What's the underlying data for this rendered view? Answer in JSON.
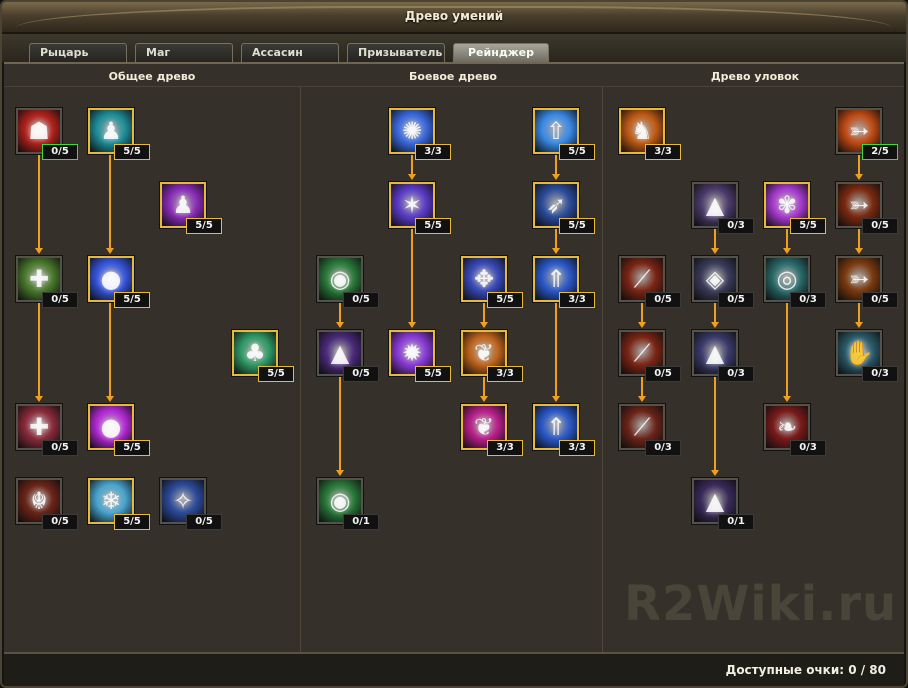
{
  "window": {
    "title": "Древо умений"
  },
  "tabs": [
    "Рыцарь",
    "Маг",
    "Ассасин",
    "Призыватель",
    "Рейнджер"
  ],
  "active_tab": "Рейнджер",
  "columns": [
    "Общее древо",
    "Боевое древо",
    "Древо уловок"
  ],
  "watermark": "R2Wiki.ru",
  "footer": {
    "points_label": "Доступные очки: 0 / 80"
  },
  "colors": {
    "accent": "#e6b93a",
    "green": "#45d83a",
    "link": "#f0a020"
  },
  "skills": [
    {
      "level": "0/5",
      "icon": "red-warrior-icon",
      "color": "#b2221c",
      "state": "green"
    },
    {
      "level": "5/5",
      "icon": "cyan-figure-icon",
      "color": "#1f8f9a",
      "state": "max"
    },
    {
      "level": "5/5",
      "icon": "purple-figure-icon",
      "color": "#8a2bb8",
      "state": "max"
    },
    {
      "level": "0/5",
      "icon": "green-cross-icon",
      "color": "#4a7a2c",
      "state": "none"
    },
    {
      "level": "5/5",
      "icon": "blue-orb-icon",
      "color": "#3656e0",
      "state": "max"
    },
    {
      "level": "5/5",
      "icon": "dark-tree-icon",
      "color": "#2f9a66",
      "state": "max"
    },
    {
      "level": "0/5",
      "icon": "red-cross-icon",
      "color": "#8a2a3a",
      "state": "none"
    },
    {
      "level": "5/5",
      "icon": "pink-orb-icon",
      "color": "#b62ad8",
      "state": "max"
    },
    {
      "level": "0/5",
      "icon": "dark-red-rune-icon",
      "color": "#6a2418",
      "state": "none"
    },
    {
      "level": "5/5",
      "icon": "ice-crown-icon",
      "color": "#4aa6d0",
      "state": "max"
    },
    {
      "level": "0/5",
      "icon": "blue-sigil-icon",
      "color": "#2c4a9a",
      "state": "none"
    },
    {
      "level": "3/3",
      "icon": "light-orb-icon",
      "color": "#3a6ae0",
      "state": "max"
    },
    {
      "level": "5/5",
      "icon": "light-beam-icon",
      "color": "#3a8ae8",
      "state": "max"
    },
    {
      "level": "5/5",
      "icon": "violet-seal-icon",
      "color": "#5a3ac8",
      "state": "max"
    },
    {
      "level": "5/5",
      "icon": "bird-icon",
      "color": "#2a4a9a",
      "state": "max"
    },
    {
      "level": "0/5",
      "icon": "green-sphere-icon",
      "color": "#2a7a3a",
      "state": "none"
    },
    {
      "level": "5/5",
      "icon": "silver-tree-icon",
      "color": "#3848b8",
      "state": "max"
    },
    {
      "level": "3/3",
      "icon": "blue-arrow-icon",
      "color": "#2a58c8",
      "state": "max"
    },
    {
      "level": "0/5",
      "icon": "purple-wings-icon",
      "color": "#4a2a7a",
      "state": "none"
    },
    {
      "level": "5/5",
      "icon": "violet-burst-icon",
      "color": "#8a3ad8",
      "state": "max"
    },
    {
      "level": "3/3",
      "icon": "golden-tree-icon",
      "color": "#c0641c",
      "state": "max"
    },
    {
      "level": "3/3",
      "icon": "magenta-tree-icon",
      "color": "#b81e8a",
      "state": "max"
    },
    {
      "level": "3/3",
      "icon": "blue-arrow-icon",
      "color": "#2a58c8",
      "state": "max"
    },
    {
      "level": "0/1",
      "icon": "green-sphere-icon",
      "color": "#2a7a3a",
      "state": "none"
    },
    {
      "level": "3/3",
      "icon": "boot-icon",
      "color": "#c05a14",
      "state": "max"
    },
    {
      "level": "2/5",
      "icon": "fire-arrow-icon",
      "color": "#c04a14",
      "state": "green"
    },
    {
      "level": "0/3",
      "icon": "hooded-sigil-icon",
      "color": "#4a3a6a",
      "state": "none"
    },
    {
      "level": "5/5",
      "icon": "pink-wings-icon",
      "color": "#a83ad0",
      "state": "max"
    },
    {
      "level": "0/5",
      "icon": "fire-arrow-icon",
      "color": "#7a2a10",
      "state": "none"
    },
    {
      "level": "0/5",
      "icon": "red-blade-icon",
      "color": "#7a2414",
      "state": "none"
    },
    {
      "level": "0/5",
      "icon": "grey-rune-icon",
      "color": "#3a3a5a",
      "state": "none"
    },
    {
      "level": "0/3",
      "icon": "teal-orb-icon",
      "color": "#2a6a6a",
      "state": "none"
    },
    {
      "level": "0/5",
      "icon": "fire-arrow-icon",
      "color": "#7a3a10",
      "state": "none"
    },
    {
      "level": "0/5",
      "icon": "red-blade-icon",
      "color": "#7a2414",
      "state": "none"
    },
    {
      "level": "0/3",
      "icon": "hooded-sigil-icon",
      "color": "#3a3a6a",
      "state": "none"
    },
    {
      "level": "0/3",
      "icon": "green-claw-icon",
      "color": "#2a5a6a",
      "state": "none"
    },
    {
      "level": "0/3",
      "icon": "red-blade-icon",
      "color": "#6a2418",
      "state": "none"
    },
    {
      "level": "0/3",
      "icon": "red-wings-icon",
      "color": "#7a1a1a",
      "state": "none"
    },
    {
      "level": "0/1",
      "icon": "hooded-sigil-icon",
      "color": "#3a2a5a",
      "state": "none"
    }
  ]
}
